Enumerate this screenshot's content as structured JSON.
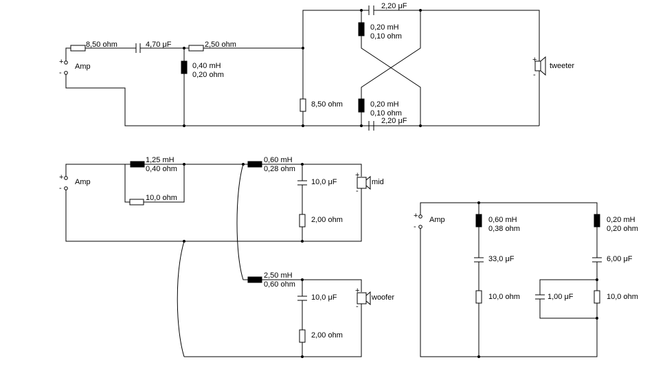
{
  "circuit1": {
    "amp_label": "Amp",
    "plus": "+",
    "minus": "-",
    "r_series1": "8,50 ohm",
    "c_series": "4,70 μF",
    "r_series2": "2,50 ohm",
    "l_shunt_value": "0,40 mH",
    "l_shunt_resistance": "0,20 ohm",
    "r_shunt": "8,50 ohm",
    "c_top": "2,20 μF",
    "l_top_value": "0,20 mH",
    "l_top_resistance": "0,10 ohm",
    "l_bottom_value": "0,20 mH",
    "l_bottom_resistance": "0,10 ohm",
    "c_bottom": "2,20 μF",
    "speaker": "tweeter",
    "spk_plus": "+",
    "spk_minus": "-"
  },
  "circuit2": {
    "amp_label": "Amp",
    "plus": "+",
    "minus": "-",
    "l1_value": "1,25 mH",
    "l1_resistance": "0,40 ohm",
    "r_parallel": "10,0 ohm",
    "mid": {
      "l_value": "0,60 mH",
      "l_resistance": "0,28 ohm",
      "c": "10,0 μF",
      "r": "2,00 ohm",
      "speaker": "mid",
      "spk_plus": "+",
      "spk_minus": "-"
    },
    "woofer": {
      "l_value": "2,50 mH",
      "l_resistance": "0,60 ohm",
      "c": "10,0 μF",
      "r": "2,00 ohm",
      "speaker": "woofer",
      "spk_plus": "+",
      "spk_minus": "-"
    }
  },
  "circuit3": {
    "amp_label": "Amp",
    "plus": "+",
    "minus": "-",
    "branch1": {
      "l_value": "0,60 mH",
      "l_resistance": "0,38 ohm",
      "c": "33,0 μF",
      "r": "10,0 ohm"
    },
    "branch2": {
      "l_value": "0,20 mH",
      "l_resistance": "0,20 ohm",
      "c_series": "6,00 μF",
      "c_parallel": "1,00 μF",
      "r": "10,0 ohm"
    }
  }
}
